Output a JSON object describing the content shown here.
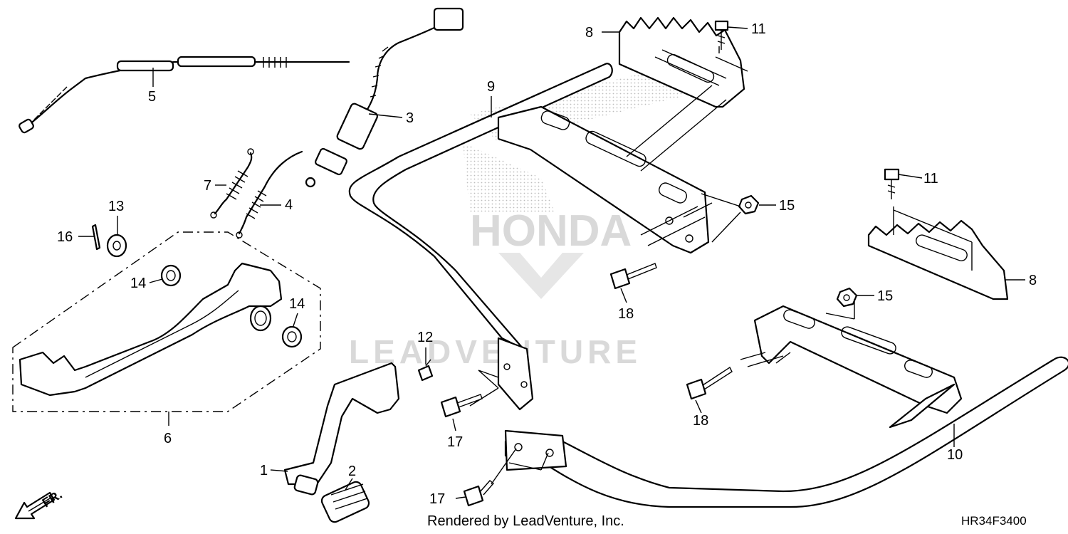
{
  "watermark": {
    "brand_text": "HONDA",
    "vendor_text": "LEADVENTURE"
  },
  "callouts": {
    "c1": "1",
    "c2": "2",
    "c3": "3",
    "c4": "4",
    "c5": "5",
    "c6": "6",
    "c7": "7",
    "c8a": "8",
    "c8b": "8",
    "c9": "9",
    "c10": "10",
    "c11a": "11",
    "c11b": "11",
    "c12": "12",
    "c13": "13",
    "c14a": "14",
    "c14b": "14",
    "c15a": "15",
    "c15b": "15",
    "c16": "16",
    "c17a": "17",
    "c17b": "17",
    "c18a": "18",
    "c18b": "18"
  },
  "orientation_label": "FR.",
  "footer": {
    "rendered_by": "Rendered by LeadVenture, Inc.",
    "diagram_code": "HR34F3400"
  }
}
